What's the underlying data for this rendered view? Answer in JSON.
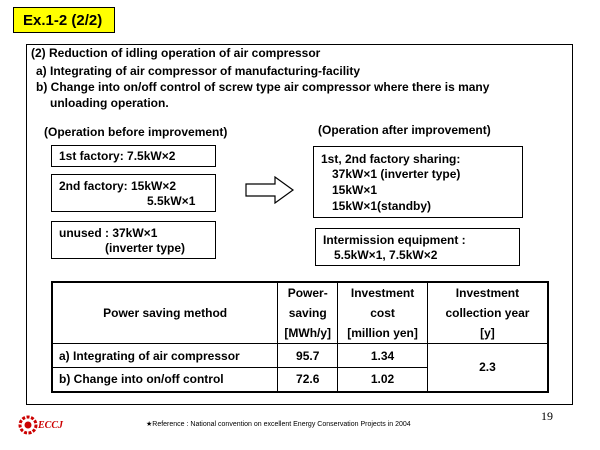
{
  "header": {
    "title": "Ex.1-2 (2/2)"
  },
  "section": {
    "heading": "(2) Reduction of idling operation of air compressor",
    "item_a": "a) Integrating of air compressor of manufacturing-facility",
    "item_b_line1": "b) Change into on/off control of screw type air compressor where there is many",
    "item_b_line2": "unloading operation."
  },
  "before": {
    "label": "(Operation before improvement)",
    "box1": "1st factory:  7.5kW×2",
    "box2_line1": "2nd factory:  15kW×2",
    "box2_line2": "5.5kW×1",
    "box3_line1": "unused      : 37kW×1",
    "box3_line2": "(inverter type)"
  },
  "after": {
    "label": "(Operation after improvement)",
    "box1_line1": "1st, 2nd factory sharing:",
    "box1_line2": "37kW×1 (inverter type)",
    "box1_line3": "15kW×1",
    "box1_line4": "15kW×1(standby)",
    "box2_line1": "Intermission equipment :",
    "box2_line2": "5.5kW×1, 7.5kW×2"
  },
  "table": {
    "headers": {
      "method": "Power saving method",
      "saving_1": "Power-",
      "saving_2": "saving",
      "saving_3": "[MWh/y]",
      "cost_1": "Investment",
      "cost_2": "cost",
      "cost_3": "[million yen]",
      "year_1": "Investment",
      "year_2": "collection year",
      "year_3": "[y]"
    },
    "rows": [
      {
        "method": "a) Integrating of air compressor",
        "saving": "95.7",
        "cost": "1.34"
      },
      {
        "method": "b) Change into on/off control",
        "saving": "72.6",
        "cost": "1.02"
      }
    ],
    "collection_year": "2.3"
  },
  "footer": {
    "reference": "★Reference  : National  convention  on  excellent  Energy  Conservation   Projects  in  2004",
    "logo_text": "ECCJ",
    "page_number": "19"
  }
}
